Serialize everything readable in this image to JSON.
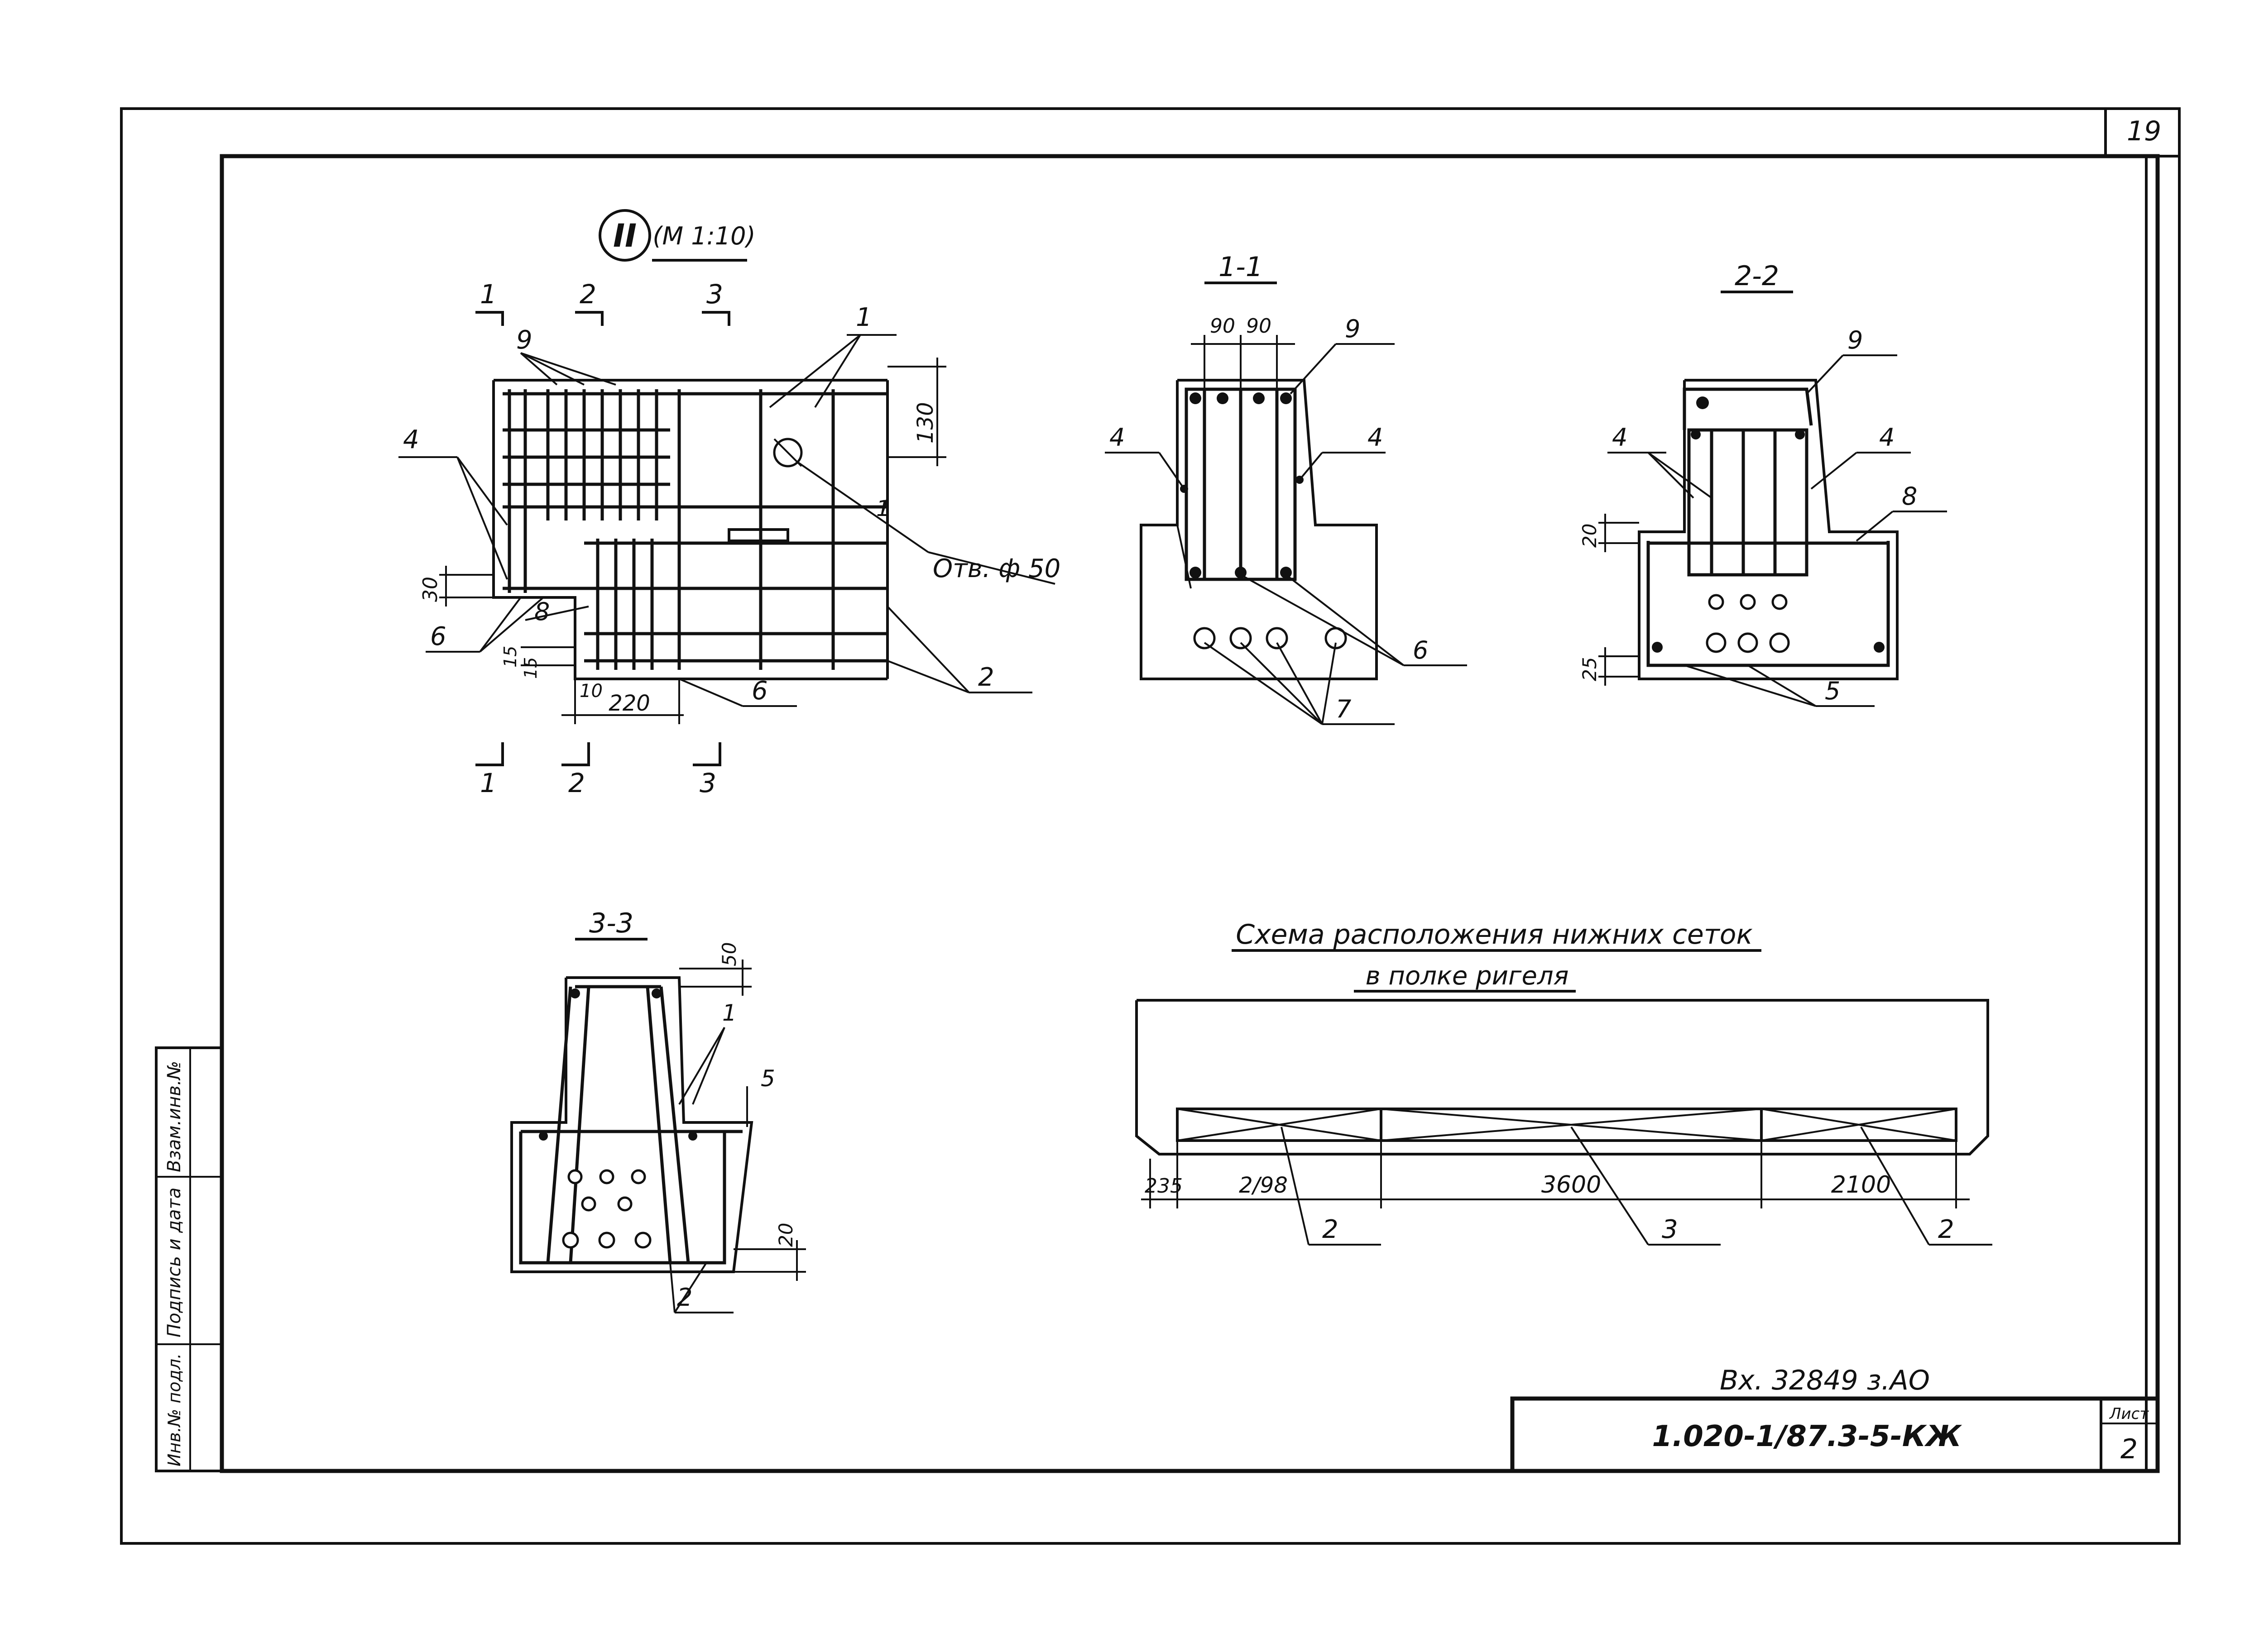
{
  "sheet": {
    "page_number": "19",
    "sheet_label": "Лист",
    "sheet_number": "2",
    "document_code": "1.020-1/87.3-5-КЖ",
    "inventory_stamp": "Вх. 32849 з.АО"
  },
  "side_stamp": {
    "inv_no": "Инв.№ подл.",
    "signature_date": "Подпись и дата",
    "replace_inv": "Взам.инв.№"
  },
  "node_view": {
    "node_label": "II",
    "scale": "(М 1:10)",
    "section_marks": [
      "1",
      "2",
      "3"
    ],
    "callouts": [
      "9",
      "1",
      "4",
      "8",
      "6",
      "6",
      "2",
      "1"
    ],
    "dims": [
      "130",
      "30",
      "15",
      "15",
      "10",
      "220"
    ],
    "hole_label": "Отв. ф 50"
  },
  "section_1_1": {
    "title": "1-1",
    "dims": [
      "90",
      "90"
    ],
    "callouts": [
      "9",
      "4",
      "4",
      "6",
      "7"
    ]
  },
  "section_2_2": {
    "title": "2-2",
    "dims": [
      "20",
      "25"
    ],
    "callouts": [
      "9",
      "4",
      "4",
      "8",
      "5"
    ]
  },
  "section_3_3": {
    "title": "3-3",
    "dims": [
      "50",
      "20"
    ],
    "callouts": [
      "1",
      "5",
      "2"
    ]
  },
  "scheme": {
    "title_line1": "Схема расположения нижних сеток",
    "title_line2": "в полке ригеля",
    "dims": [
      "235",
      "2/98",
      "3600",
      "2100"
    ],
    "callouts": [
      "2",
      "3",
      "2"
    ]
  }
}
